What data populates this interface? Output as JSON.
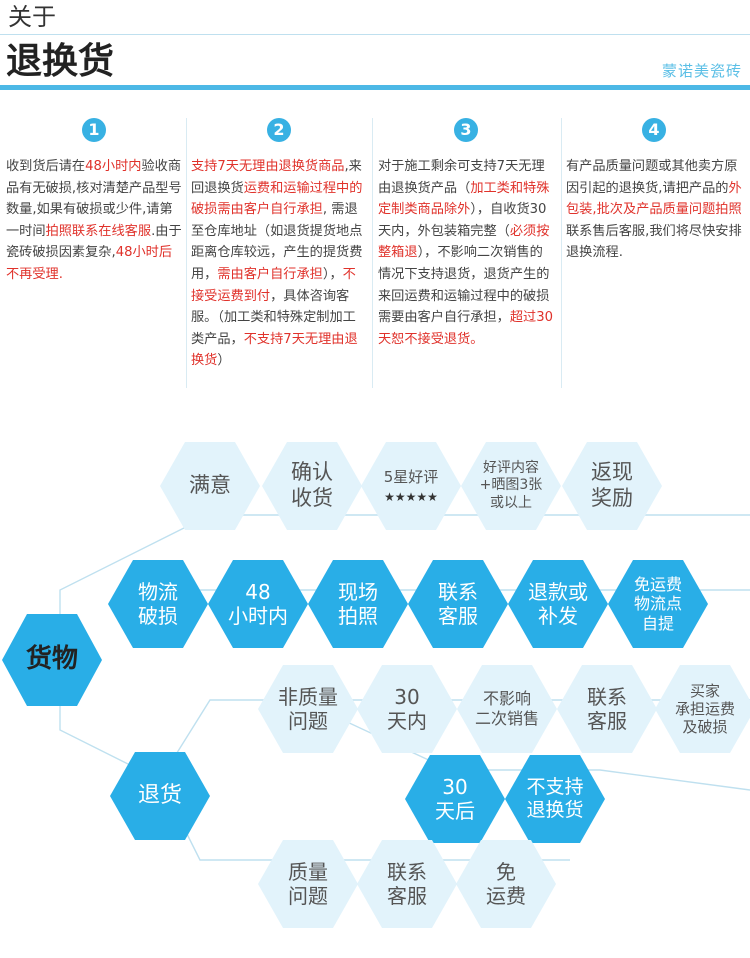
{
  "header": {
    "about": "关于",
    "title": "退换货",
    "brand": "蒙诺美瓷砖"
  },
  "columns": [
    {
      "number": "1",
      "segments": [
        {
          "text": "收到货后请在",
          "red": false
        },
        {
          "text": "48小时内",
          "red": true
        },
        {
          "text": "验收商品有无破损,核对清楚产品型号数量,如果有破损或少件,请第一时间",
          "red": false
        },
        {
          "text": "拍照联系在线客服",
          "red": true
        },
        {
          "text": ".由于瓷砖破损因素复杂,",
          "red": false
        },
        {
          "text": "48小时后不再受理.",
          "red": true
        }
      ]
    },
    {
      "number": "2",
      "segments": [
        {
          "text": "支持7天无理由退换货商品",
          "red": true
        },
        {
          "text": ",来回退换货",
          "red": false
        },
        {
          "text": "运费和运输过程中的破损需由客户自行承担",
          "red": true
        },
        {
          "text": ", 需退至仓库地址（如退货提货地点距离仓库较远，产生的提货费用，",
          "red": false
        },
        {
          "text": "需由客户自行承担",
          "red": true
        },
        {
          "text": "），",
          "red": false
        },
        {
          "text": "不接受运费到付",
          "red": true
        },
        {
          "text": "，具体咨询客服。（加工类和特殊定制加工类产品，",
          "red": false
        },
        {
          "text": "不支持7天无理由退换货",
          "red": true
        },
        {
          "text": "）",
          "red": false
        }
      ]
    },
    {
      "number": "3",
      "segments": [
        {
          "text": "对于施工剩余可支持7天无理由退换货产品（",
          "red": false
        },
        {
          "text": "加工类和特殊定制类商品除外",
          "red": true
        },
        {
          "text": "），自收货30天内，外包装箱完整（",
          "red": false
        },
        {
          "text": "必须按整箱退",
          "red": true
        },
        {
          "text": "），不影响二次销售的情况下支持退货，退货产生的来回运费和运输过程中的破损需要由客户自行承担，",
          "red": false
        },
        {
          "text": "超过30天恕不接受退货。",
          "red": true
        }
      ]
    },
    {
      "number": "4",
      "segments": [
        {
          "text": "有产品质量问题或其他卖方原因引起的退换货,请把产品的",
          "red": false
        },
        {
          "text": "外包装,批次及产品质量问题拍照",
          "red": true
        },
        {
          "text": "联系售后客服,我们将尽快安排退换流程.",
          "red": false
        }
      ]
    }
  ],
  "flow": {
    "root": "货物",
    "return": "退货",
    "row1": [
      "满意",
      "确认\n收货",
      "5星好评",
      "好评内容\n+晒图3张\n或以上",
      "返现\n奖励"
    ],
    "stars": "★★★★★",
    "row2": [
      "物流\n破损",
      "48\n小时内",
      "现场\n拍照",
      "联系\n客服",
      "退款或\n补发",
      "免运费\n物流点\n自提"
    ],
    "row3": [
      "非质量\n问题",
      "30\n天内",
      "不影响\n二次销售",
      "联系\n客服",
      "买家\n承担运费\n及破损"
    ],
    "row4": [
      "30\n天后",
      "不支持\n退换货"
    ],
    "row5": [
      "质量\n问题",
      "联系\n客服",
      "免\n运费"
    ]
  },
  "colors": {
    "accent": "#29aee7",
    "light_hex": "#e2f3fb",
    "red_text": "#e0322b",
    "brand_text": "#5bbfe6"
  }
}
